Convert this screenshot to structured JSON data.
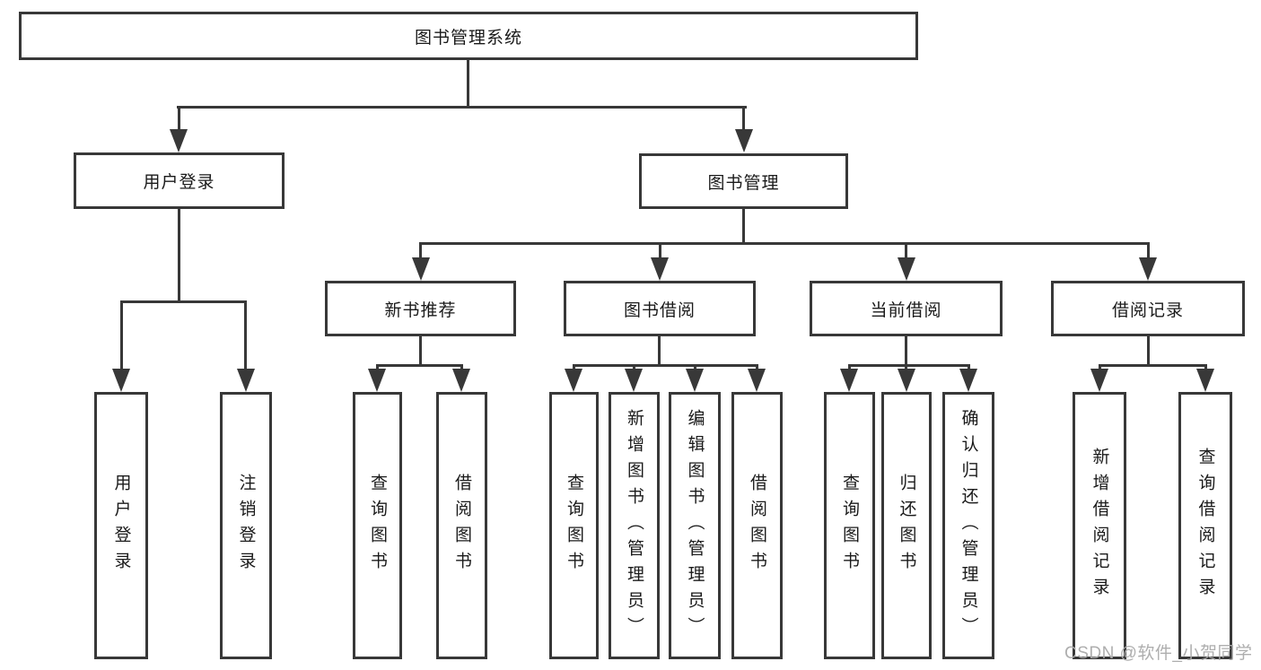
{
  "title": "图书管理系统",
  "modules": {
    "user_login": {
      "label": "用户登录",
      "children": [
        "用户登录",
        "注销登录"
      ]
    },
    "book_management": {
      "label": "图书管理",
      "sections": [
        {
          "label": "新书推荐",
          "children": [
            "查询图书",
            "借阅图书"
          ]
        },
        {
          "label": "图书借阅",
          "children": [
            "查询图书",
            "新增图书（管理员）",
            "编辑图书（管理员）",
            "借阅图书"
          ]
        },
        {
          "label": "当前借阅",
          "children": [
            "查询图书",
            "归还图书",
            "确认归还（管理员）"
          ]
        },
        {
          "label": "借阅记录",
          "children": [
            "新增借阅记录",
            "查询借阅记录"
          ]
        }
      ]
    }
  },
  "watermark": "CSDN @软件_小贺同学",
  "colors": {
    "line": "#383838",
    "box_background": "#ffffff",
    "watermark_text": "#aaaaaa"
  }
}
